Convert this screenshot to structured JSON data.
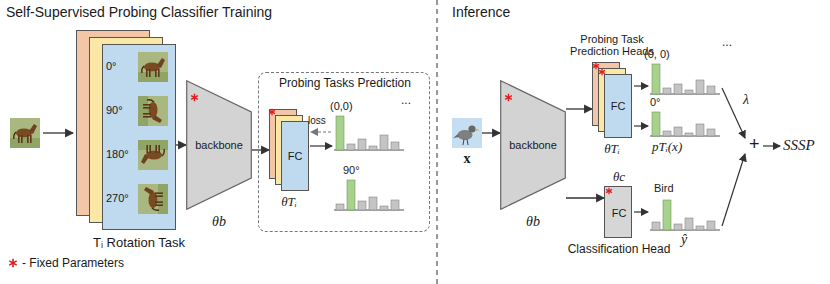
{
  "diagram": {
    "nodes": [
      {
        "text": [
          "0°",
          "90°",
          "180°",
          "270°",
          "Tᵢ Rotation Task"
        ]
      },
      {
        "text": [
          "backbone",
          "θb"
        ]
      },
      {
        "text": [
          "Probing Tasks Prediction"
        ]
      },
      {
        "text": [
          "FC",
          "θTᵢ"
        ],
        "in": 2
      },
      {
        "text": [
          "x"
        ]
      },
      {
        "text": [
          "backbone",
          "θb"
        ]
      },
      {
        "text": [
          "Probing Task Prediction Heads",
          "FC",
          "θTᵢ"
        ]
      },
      {
        "text": [
          "θc",
          "FC",
          "Classification Head"
        ]
      }
    ],
    "edges": [
      {
        "from": 0,
        "to": 1,
        "arrow": "to"
      },
      {
        "from": 1,
        "to": 3,
        "arrow": "to"
      },
      {
        "from": 4,
        "to": 5,
        "arrow": "to"
      },
      {
        "from": 5,
        "to": 6,
        "arrow": "to"
      },
      {
        "from": 5,
        "to": 7,
        "arrow": "to"
      }
    ],
    "labels": [
      "Self-Supervised Probing Classifier Training",
      "Inference",
      "(0,0)",
      "...",
      "loss",
      "90°",
      "(0, 0)",
      "...",
      "0°",
      "pTᵢ(x)",
      "λ",
      "+",
      "SSSP",
      "Bird",
      "ŷ"
    ],
    "legend": [
      {
        "text": "- Fixed Parameters"
      }
    ]
  }
}
